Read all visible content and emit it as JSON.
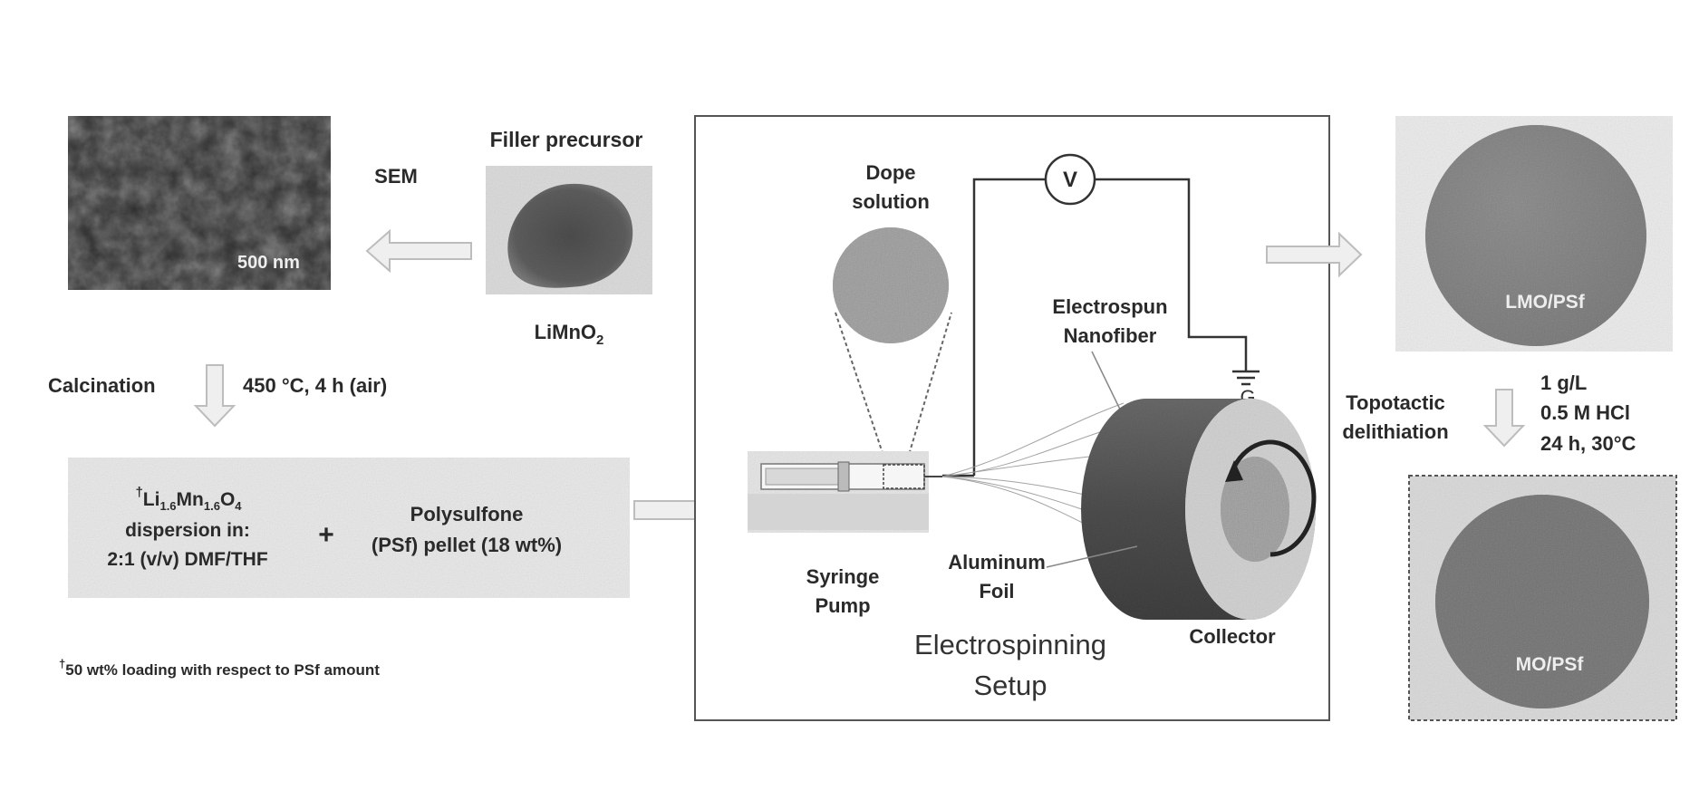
{
  "left": {
    "sem_scale_bar": "500 nm",
    "sem_label": "SEM",
    "precursor_title": "Filler precursor",
    "precursor_formula_base": "LiMnO",
    "precursor_formula_sub": "2",
    "calcination_label": "Calcination",
    "calcination_conditions": "450 °C, 4 h (air)",
    "dispersion": {
      "dagger": "†",
      "formula": [
        "Li",
        "1.6",
        "Mn",
        "1.6",
        "O",
        "4"
      ],
      "line2": "dispersion in:",
      "line3": "2:1 (v/v) DMF/THF"
    },
    "plus": "+",
    "polysulfone_line1": "Polysulfone",
    "polysulfone_line2": "(PSf) pellet (18 wt%)",
    "footnote_dagger": "†",
    "footnote_text": "50 wt% loading with respect to PSf amount"
  },
  "setup": {
    "voltmeter": "V",
    "ground": "G",
    "dope_line1": "Dope",
    "dope_line2": "solution",
    "nanofiber_line1": "Electrospun",
    "nanofiber_line2": "Nanofiber",
    "foil_line1": "Aluminum",
    "foil_line2": "Foil",
    "pump_line1": "Syringe",
    "pump_line2": "Pump",
    "collector": "Collector",
    "title_line1": "Electrospinning",
    "title_line2": "Setup"
  },
  "right": {
    "lmo_label": "LMO/PSf",
    "delith_line1": "Topotactic",
    "delith_line2": "delithiation",
    "cond_line1": "1 g/L",
    "cond_line2": "0.5 M HCl",
    "cond_line3": "24 h, 30°C",
    "mo_label": "MO/PSf"
  },
  "colors": {
    "sem_dark": "#2b2b2b",
    "powder": "#5a5a5a",
    "disc_lmo": "#7d7d7d",
    "disc_mo": "#6f6f6f",
    "arrow_fill": "#eeeeee",
    "panel_bg": "#e9e9e9"
  }
}
